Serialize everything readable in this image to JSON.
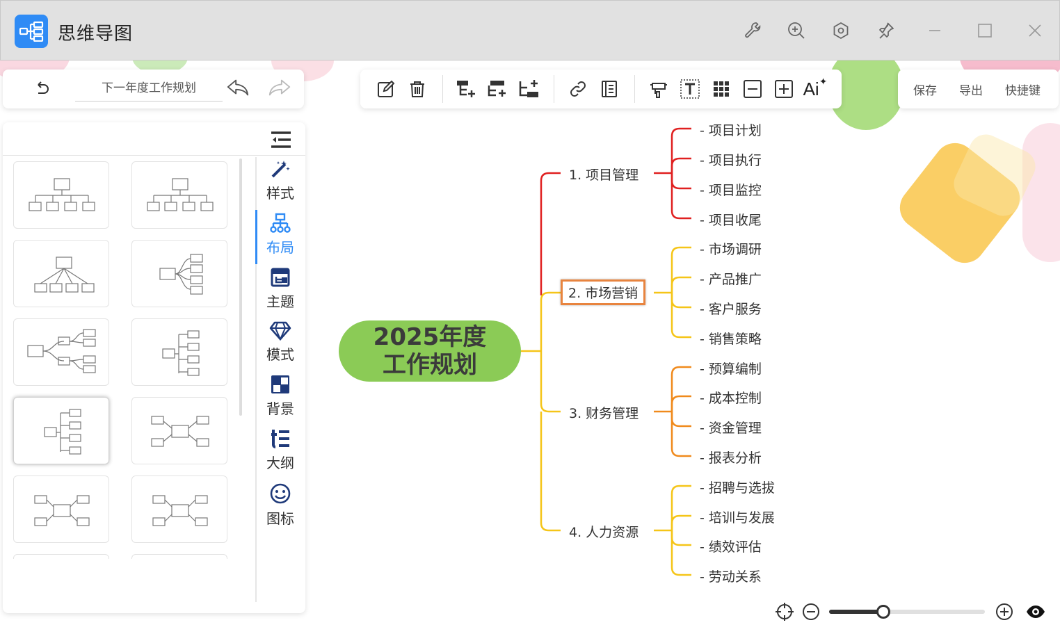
{
  "app": {
    "title": "思维导图"
  },
  "doc": {
    "name": "下一年度工作规划"
  },
  "toolbar_right": {
    "save": "保存",
    "export": "导出",
    "shortcuts": "快捷键"
  },
  "sidebar_tabs": [
    {
      "label": "样式",
      "icon": "magic-wand-icon"
    },
    {
      "label": "布局",
      "icon": "layout-tree-icon"
    },
    {
      "label": "主题",
      "icon": "theme-icon"
    },
    {
      "label": "模式",
      "icon": "diamond-icon"
    },
    {
      "label": "背景",
      "icon": "background-icon"
    },
    {
      "label": "大纲",
      "icon": "outline-icon"
    },
    {
      "label": "图标",
      "icon": "smiley-icon"
    }
  ],
  "active_tab": "布局",
  "toolbar_ai_label": "Ai",
  "mindmap": {
    "root_line1": "2025年度",
    "root_line2": "工作规划",
    "branches": [
      {
        "label": "1. 项目管理",
        "color": "#e02020",
        "children": [
          "- 项目计划",
          "- 项目执行",
          "- 项目监控",
          "- 项目收尾"
        ]
      },
      {
        "label": "2. 市场营销",
        "color": "#f5c518",
        "children": [
          "- 市场调研",
          "- 产品推广",
          "- 客户服务",
          "- 销售策略"
        ]
      },
      {
        "label": "3. 财务管理",
        "color": "#f08a1c",
        "children": [
          "- 预算编制",
          "- 成本控制",
          "- 资金管理",
          "- 报表分析"
        ]
      },
      {
        "label": "4. 人力资源",
        "color": "#f5c518",
        "children": [
          "- 招聘与选拔",
          "- 培训与发展",
          "- 绩效评估",
          "- 劳动关系"
        ]
      }
    ]
  },
  "colors": {
    "accent": "#2f8bf5",
    "root": "#8bcb56",
    "selection": "#e8843f"
  },
  "zoom": {
    "value": 0.35
  }
}
